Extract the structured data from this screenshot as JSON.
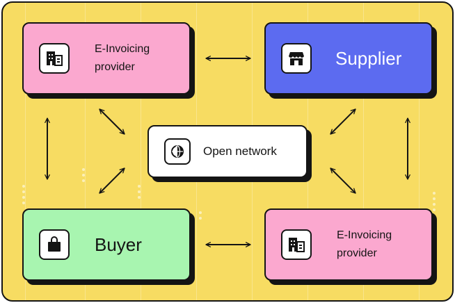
{
  "colors": {
    "background": "#f7dc62",
    "outline": "#141414",
    "provider_pink": "#fba8cf",
    "supplier_blue": "#5c6bf0",
    "buyer_green": "#a8f5b0",
    "network_white": "#ffffff"
  },
  "nodes": {
    "provider_top": {
      "label": "E-Invoicing provider",
      "line1": "E-Invoicing",
      "line2": "provider",
      "icon": "building-icon"
    },
    "supplier": {
      "label": "Supplier",
      "icon": "storefront-icon"
    },
    "network": {
      "label": "Open network",
      "icon": "globe-icon"
    },
    "buyer": {
      "label": "Buyer",
      "icon": "shopping-bag-icon"
    },
    "provider_bottom": {
      "label": "E-Invoicing provider",
      "line1": "E-Invoicing",
      "line2": "provider",
      "icon": "building-icon"
    }
  },
  "connections": [
    {
      "from": "provider_top",
      "to": "supplier",
      "direction": "both"
    },
    {
      "from": "provider_top",
      "to": "buyer",
      "direction": "both"
    },
    {
      "from": "supplier",
      "to": "provider_bottom",
      "direction": "both"
    },
    {
      "from": "buyer",
      "to": "provider_bottom",
      "direction": "both"
    },
    {
      "from": "provider_top",
      "to": "network",
      "direction": "both"
    },
    {
      "from": "supplier",
      "to": "network",
      "direction": "both"
    },
    {
      "from": "buyer",
      "to": "network",
      "direction": "both"
    },
    {
      "from": "provider_bottom",
      "to": "network",
      "direction": "both"
    }
  ]
}
